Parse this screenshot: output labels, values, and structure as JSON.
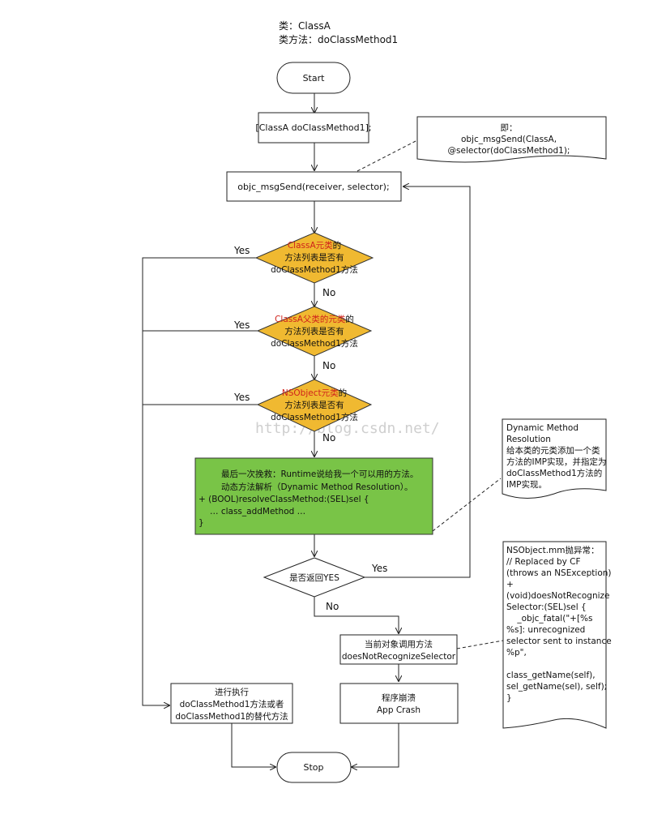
{
  "header": {
    "class_line": "类：ClassA",
    "method_line": "类方法：doClassMethod1"
  },
  "nodes": {
    "start": "Start",
    "call": "[ClassA doClassMethod1];",
    "msgsend": "objc_msgSend(receiver, selector);",
    "d1": {
      "red": "ClassA元类",
      "rest1": "的",
      "line2": "方法列表是否有",
      "line3": "doClassMethod1方法"
    },
    "d2": {
      "red": "ClassA父类的元类",
      "rest1": "的",
      "line2": "方法列表是否有",
      "line3": "doClassMethod1方法"
    },
    "d3": {
      "red": "NSObject元类",
      "rest1": "的",
      "line2": "方法列表是否有",
      "line3": "doClassMethod1方法"
    },
    "resolve": [
      "最后一次挽救：Runtime说给我一个可以用的方法。",
      "动态方法解析（Dynamic Method Resolution）。",
      "+ (BOOL)resolveClassMethod:(SEL)sel {",
      "… class_addMethod …",
      "}"
    ],
    "d4": "是否返回YES",
    "not_recognize": [
      "当前对象调用方法",
      "doesNotRecognizeSelector"
    ],
    "execute": [
      "进行执行",
      "doClassMethod1方法或者",
      "doClassMethod1的替代方法"
    ],
    "crash": [
      "程序崩溃",
      "App Crash"
    ],
    "stop": "Stop"
  },
  "labels": {
    "yes": "Yes",
    "no": "No"
  },
  "notes": {
    "msgsend_note": [
      "即：",
      "objc_msgSend(ClassA,",
      "@selector(doClassMethod1);"
    ],
    "resolution_note": [
      "Dynamic Method",
      "Resolution",
      "给本类的元类添加一个类",
      "方法的IMP实现，并指定为",
      "doClassMethod1方法的",
      "IMP实现。"
    ],
    "exception_note": [
      "NSObject.mm抛异常：",
      "// Replaced by CF",
      "(throws an NSException)",
      "+",
      "(void)doesNotRecognize",
      "Selector:(SEL)sel {",
      "    _objc_fatal(\"+[%s",
      "%s]: unrecognized",
      "selector sent to instance",
      "%p\",",
      "",
      "class_getName(self),",
      "sel_getName(sel), self);",
      "}"
    ]
  },
  "watermark": "http://blog.csdn.net/"
}
